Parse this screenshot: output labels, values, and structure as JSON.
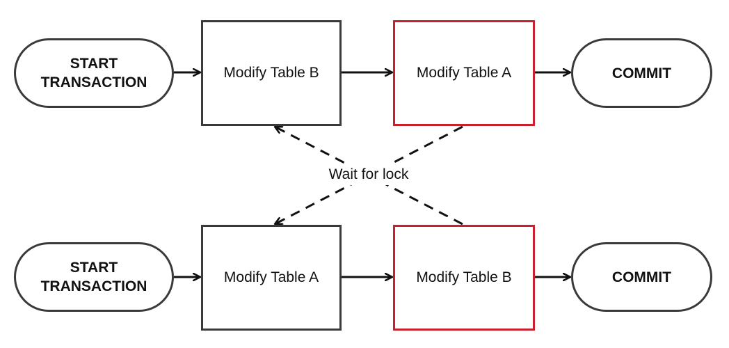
{
  "colors": {
    "stroke": "#3a3a3a",
    "blocked_border": "#c8202d",
    "background": "#ffffff"
  },
  "transaction_1": {
    "start": {
      "line1": "START",
      "line2": "TRANSACTION"
    },
    "step1": "Modify Table B",
    "step2": "Modify Table A",
    "commit": "COMMIT"
  },
  "transaction_2": {
    "start": {
      "line1": "START",
      "line2": "TRANSACTION"
    },
    "step1": "Modify Table A",
    "step2": "Modify Table B",
    "commit": "COMMIT"
  },
  "wait_label": "Wait for lock"
}
